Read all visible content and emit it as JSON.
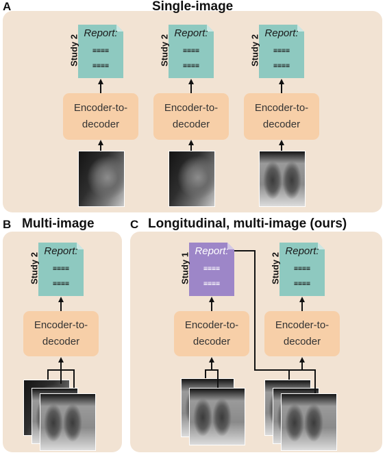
{
  "colors": {
    "panel_bg": "#f2e3d3",
    "encoder_fill": "#f7cfa8",
    "report_current": "#8ec9c0",
    "report_prior": "#9d86c8"
  },
  "panels": {
    "a": {
      "letter": "A",
      "title": "Single-image"
    },
    "b": {
      "letter": "B",
      "title": "Multi-image"
    },
    "c": {
      "letter": "C",
      "title": "Longitudinal, multi-image (ours)"
    }
  },
  "encoder_label": "Encoder-to-\ndecoder",
  "report": {
    "title": "Report:",
    "lines": "≡≡≡≡\n≡≡≡≡"
  },
  "study_labels": {
    "current": "Study 2",
    "prior": "Study 1"
  },
  "images": {
    "a1": "lateral chest x-ray",
    "a2": "lateral chest x-ray",
    "a3": "frontal chest x-ray",
    "b_stack": "stacked chest x-rays",
    "c_prior_stack": "stacked chest x-rays",
    "c_current_stack": "stacked chest x-rays"
  }
}
